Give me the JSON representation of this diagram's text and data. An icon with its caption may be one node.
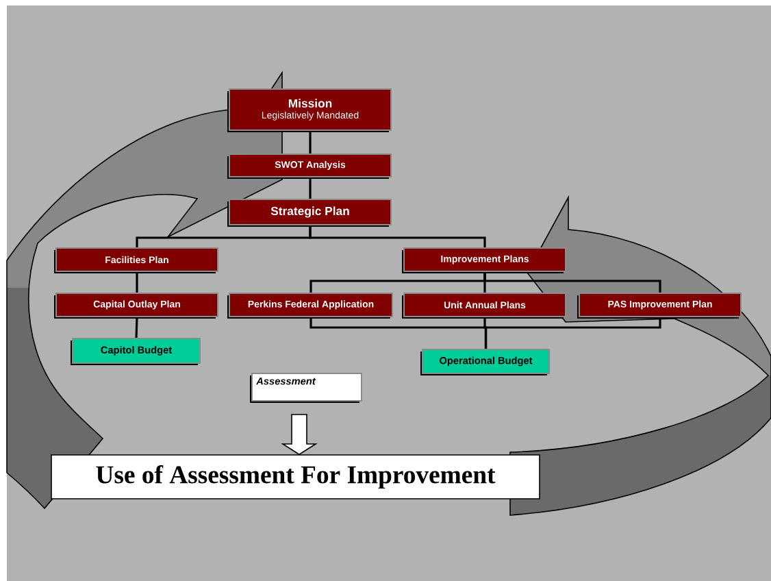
{
  "diagram": {
    "nodes": [
      {
        "text": [
          "Mission",
          "Legislatively Mandated"
        ]
      },
      {
        "text": [
          "SWOT Analysis"
        ]
      },
      {
        "text": [
          "Strategic Plan"
        ]
      },
      {
        "text": [
          "Facilities Plan"
        ]
      },
      {
        "text": [
          "Improvement Plans"
        ]
      },
      {
        "text": [
          "Capital Outlay Plan"
        ]
      },
      {
        "text": [
          "Perkins Federal Application"
        ]
      },
      {
        "text": [
          "Unit Annual Plans"
        ]
      },
      {
        "text": [
          "PAS Improvement Plan"
        ]
      },
      {
        "text": [
          "Capitol Budget"
        ]
      },
      {
        "text": [
          "Operational Budget"
        ]
      },
      {
        "text": [
          "Assessment"
        ]
      },
      {
        "text": [
          "Use of Assessment For Improvement"
        ]
      }
    ],
    "edges": [
      {
        "from": 0,
        "to": 1,
        "arrow": "none"
      },
      {
        "from": 1,
        "to": 2,
        "arrow": "none"
      },
      {
        "from": 2,
        "to": 3,
        "arrow": "none"
      },
      {
        "from": 2,
        "to": 4,
        "arrow": "none"
      },
      {
        "from": 3,
        "to": 5,
        "arrow": "none"
      },
      {
        "from": 5,
        "to": 9,
        "arrow": "none"
      },
      {
        "from": 4,
        "to": 6,
        "arrow": "none"
      },
      {
        "from": 4,
        "to": 7,
        "arrow": "none"
      },
      {
        "from": 4,
        "to": 8,
        "arrow": "none"
      },
      {
        "from": 6,
        "to": 10,
        "arrow": "none"
      },
      {
        "from": 7,
        "to": 10,
        "arrow": "none"
      },
      {
        "from": 8,
        "to": 10,
        "arrow": "none"
      },
      {
        "from": 11,
        "to": 12,
        "arrow": "to"
      }
    ]
  }
}
